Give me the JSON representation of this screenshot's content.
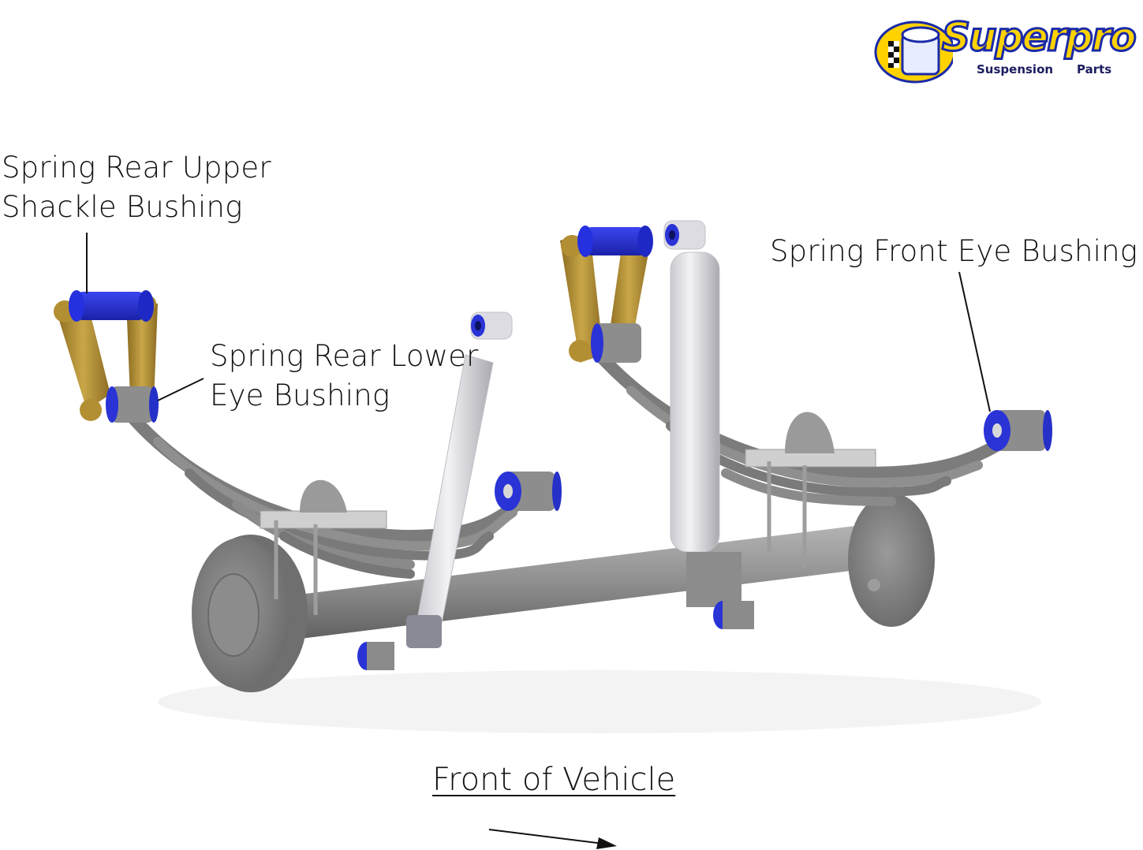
{
  "brand": {
    "name": "Superpro",
    "tagline_left": "Suspension",
    "tagline_right": "Parts",
    "colors": {
      "yellow": "#ffd200",
      "blue": "#1a2aa8",
      "dark_text": "#1c1c60"
    }
  },
  "labels": {
    "rear_upper_shackle": {
      "line1": "Spring Rear Upper",
      "line2": "Shackle Bushing"
    },
    "rear_lower_eye": {
      "line1": "Spring Rear Lower",
      "line2": "Eye Bushing"
    },
    "front_eye": {
      "line1": "Spring Front Eye Bushing"
    }
  },
  "direction": {
    "caption": "Front of Vehicle",
    "arrow": "right-arrow"
  },
  "colors": {
    "bushing": "#2a33d6",
    "steel": "#8c8c8c",
    "shackle": "#b8953a",
    "shock": "#e2e2e6",
    "leader_line": "#111111"
  }
}
